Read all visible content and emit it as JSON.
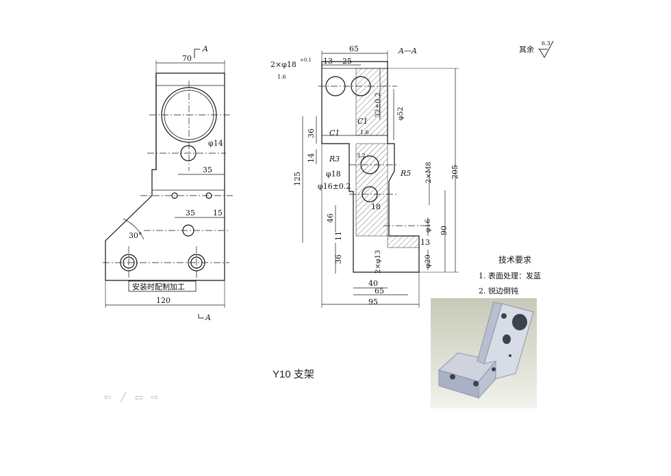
{
  "title_bar": {
    "remaining_roughness_label": "其余",
    "remaining_roughness_value": "6.3"
  },
  "section_label": "A—A",
  "section_marker_top": "A",
  "section_marker_bottom": "A",
  "front_view_dims": {
    "width_top": "70",
    "hole_small": "φ14",
    "d35a": "35",
    "d35b": "35",
    "d15": "15",
    "angle": "30°",
    "width_bottom": "120",
    "note": "安装时配制加工"
  },
  "section_view_dims": {
    "width_65": "65",
    "d13": "13",
    "d25": "25",
    "holes_top": "2×φ18",
    "holes_tol": "+0.1",
    "holes_rough": "1.6",
    "d32": "32±0.2",
    "phi52": "φ52",
    "d36a": "36",
    "c1a": "C1",
    "c1b": "C1",
    "rough16": "1.6",
    "d14": "14",
    "r3": "R3",
    "rough32": "3.2",
    "phi18": "φ18",
    "phi16": "φ16±0.2",
    "d125": "125",
    "r5": "R5",
    "m8": "2×M8",
    "d205": "205",
    "d18": "18",
    "d46": "46",
    "d11": "11",
    "phi16b": "φ16",
    "d90": "90",
    "d13b": "13",
    "d36b": "36",
    "holes13": "2×φ13",
    "phi20": "φ20",
    "d40": "40",
    "d65b": "65",
    "d95": "95"
  },
  "tech_requirements": {
    "heading": "技术要求",
    "items": [
      "1. 表面处理：发蓝",
      "2. 锐边倒钝"
    ]
  },
  "caption": "Y10 支架",
  "nav": {
    "prev": "⇦",
    "pen": "╱",
    "menu": "▭",
    "next": "⇨"
  }
}
